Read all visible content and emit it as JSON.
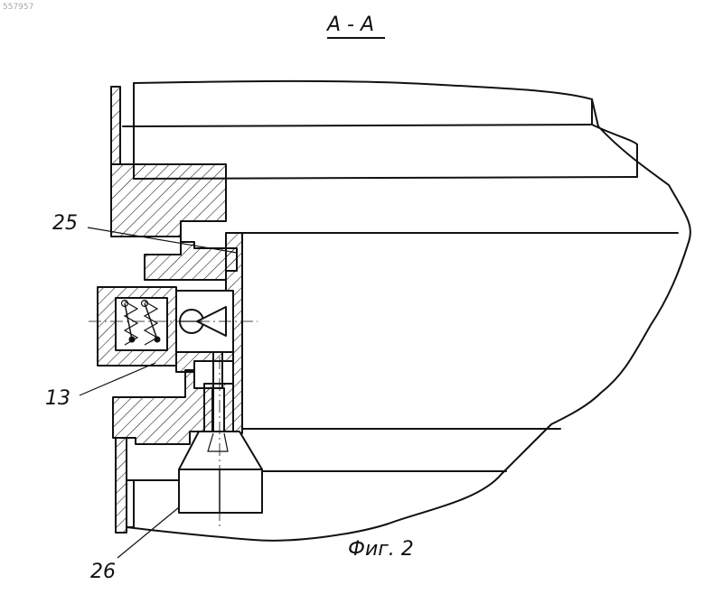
{
  "document_number": "557957",
  "section_title": "A - A",
  "labels": {
    "part_25": "25",
    "part_13": "13",
    "part_26": "26"
  },
  "figure_caption": "Фиг. 2"
}
